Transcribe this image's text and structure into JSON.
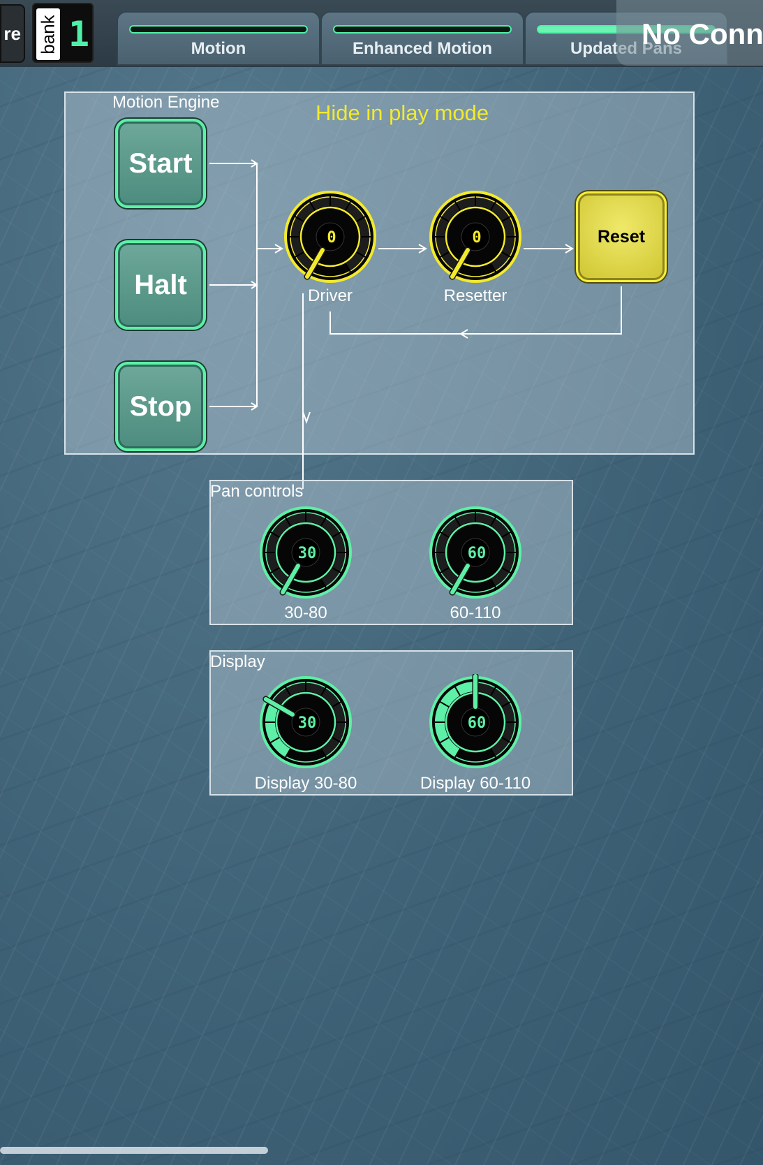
{
  "topbar": {
    "left_fragment": "re",
    "bank_label": "bank",
    "bank_number": "1",
    "tabs": [
      {
        "label": "Motion",
        "active": false
      },
      {
        "label": "Enhanced Motion",
        "active": false
      },
      {
        "label": "Updated Pans",
        "active": true
      }
    ],
    "connection_status": "No Conn"
  },
  "motion_engine": {
    "title": "Motion Engine",
    "hint": "Hide in play mode",
    "buttons": {
      "start": "Start",
      "halt": "Halt",
      "stop": "Stop",
      "reset": "Reset"
    },
    "knobs": [
      {
        "label": "Driver",
        "value": "0",
        "level": 0
      },
      {
        "label": "Resetter",
        "value": "0",
        "level": 0
      }
    ]
  },
  "pan_controls": {
    "title": "Pan controls",
    "knobs": [
      {
        "label": "30-80",
        "value": "30",
        "level": 0
      },
      {
        "label": "60-110",
        "value": "60",
        "level": 0
      }
    ]
  },
  "display": {
    "title": "Display",
    "knobs": [
      {
        "label": "Display 30-80",
        "value": "30",
        "level": 0.3
      },
      {
        "label": "Display 60-110",
        "value": "60",
        "level": 0.5
      }
    ]
  },
  "colors": {
    "accent_green": "#5ef0a6",
    "accent_yellow": "#f3ea2c"
  }
}
